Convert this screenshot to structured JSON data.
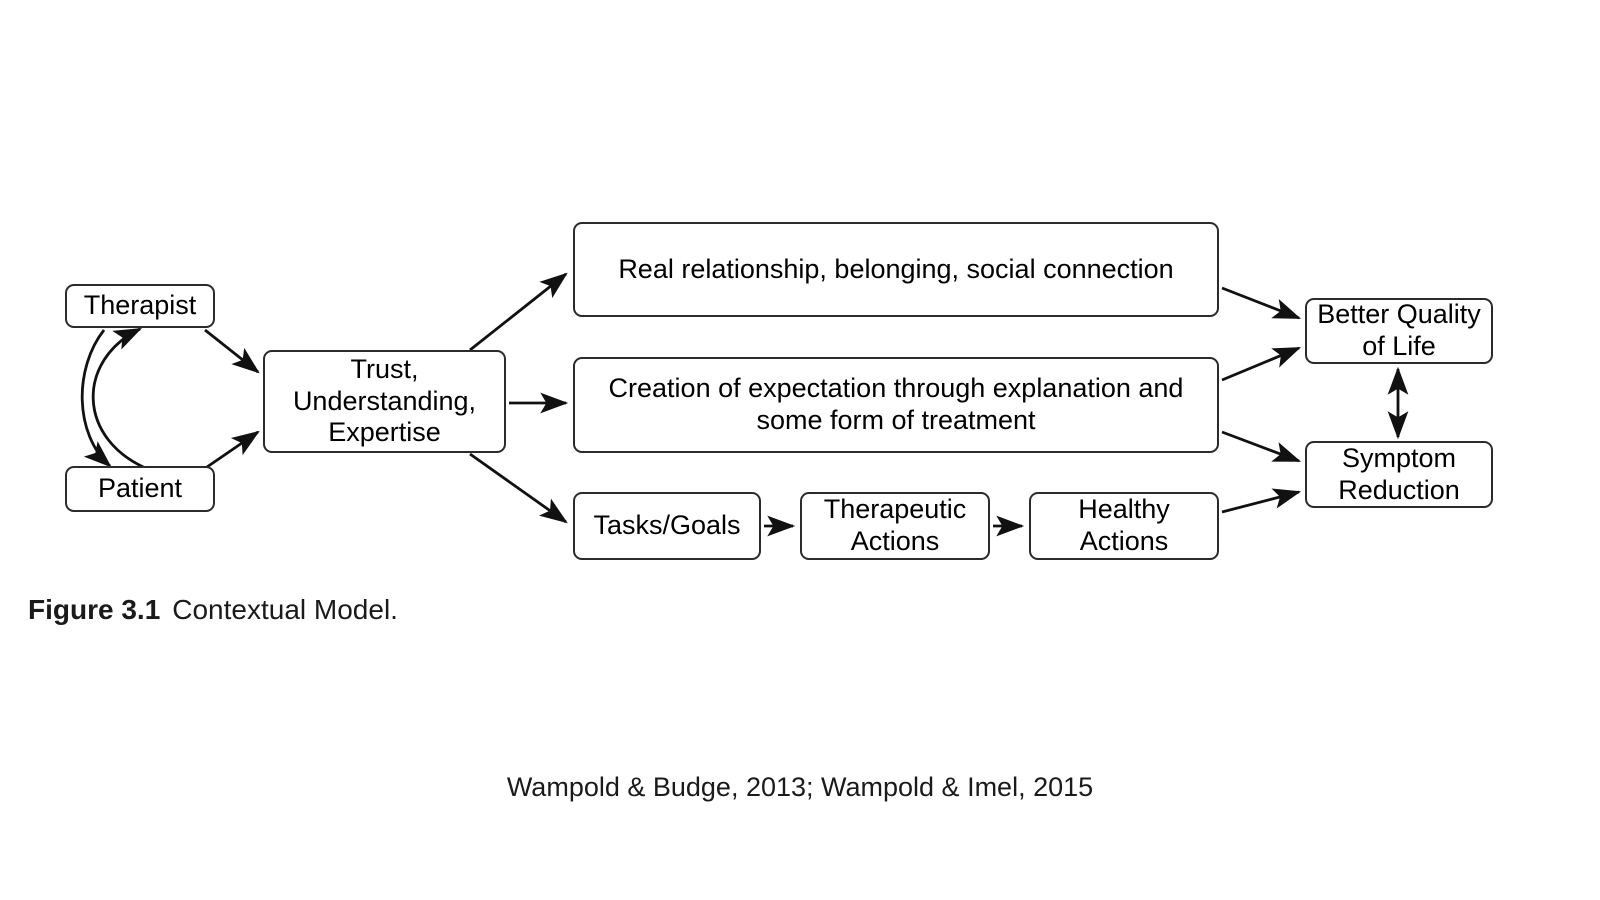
{
  "figure": {
    "caption_label": "Figure 3.1",
    "caption_text": "Contextual Model.",
    "citation": "Wampold & Budge, 2013; Wampold & Imel, 2015",
    "background_color": "#ffffff",
    "line_color": "#2b2b2b",
    "text_color": "#000000"
  },
  "nodes": {
    "therapist": "Therapist",
    "patient": "Patient",
    "trust": "Trust,\nUnderstanding,\nExpertise",
    "real_relationship": "Real relationship, belonging, social connection",
    "creation_expectation": "Creation of expectation through explanation and\nsome form of treatment",
    "tasks_goals": "Tasks/Goals",
    "therapeutic_actions": "Therapeutic\nActions",
    "healthy_actions": "Healthy\nActions",
    "better_quality": "Better Quality\nof Life",
    "symptom_reduction": "Symptom\nReduction"
  },
  "edges": [
    {
      "from": "patient",
      "to": "therapist",
      "style": "curved-arrow"
    },
    {
      "from": "therapist",
      "to": "patient",
      "style": "curved-arrow"
    },
    {
      "from": "therapist",
      "to": "trust",
      "style": "arrow"
    },
    {
      "from": "patient",
      "to": "trust",
      "style": "arrow"
    },
    {
      "from": "trust",
      "to": "real_relationship",
      "style": "arrow"
    },
    {
      "from": "trust",
      "to": "creation_expectation",
      "style": "arrow"
    },
    {
      "from": "trust",
      "to": "tasks_goals",
      "style": "arrow"
    },
    {
      "from": "real_relationship",
      "to": "better_quality",
      "style": "arrow"
    },
    {
      "from": "creation_expectation",
      "to": "better_quality",
      "style": "arrow"
    },
    {
      "from": "creation_expectation",
      "to": "symptom_reduction",
      "style": "arrow"
    },
    {
      "from": "tasks_goals",
      "to": "therapeutic_actions",
      "style": "arrow"
    },
    {
      "from": "therapeutic_actions",
      "to": "healthy_actions",
      "style": "arrow"
    },
    {
      "from": "healthy_actions",
      "to": "symptom_reduction",
      "style": "arrow"
    },
    {
      "from": "better_quality",
      "to": "symptom_reduction",
      "style": "double-arrow"
    }
  ]
}
